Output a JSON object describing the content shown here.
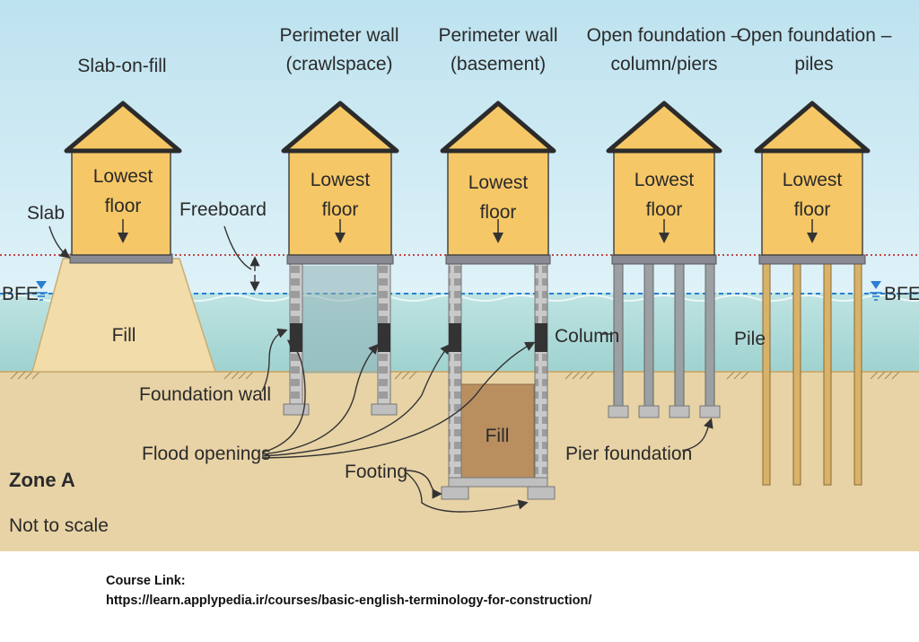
{
  "columns": [
    {
      "line1": "Slab-on-fill",
      "line2": ""
    },
    {
      "line1": "Perimeter wall",
      "line2": "(crawlspace)"
    },
    {
      "line1": "Perimeter wall",
      "line2": "(basement)"
    },
    {
      "line1": "Open foundation –",
      "line2": "column/piers"
    },
    {
      "line1": "Open foundation –",
      "line2": "piles"
    }
  ],
  "house_label": {
    "line1": "Lowest",
    "line2": "floor"
  },
  "labels": {
    "slab": "Slab",
    "freeboard": "Freeboard",
    "bfe": "BFE",
    "fill": "Fill",
    "foundation_wall": "Foundation wall",
    "flood_openings": "Flood openings",
    "footing": "Footing",
    "column": "Column",
    "pile": "Pile",
    "pier_foundation": "Pier foundation",
    "zone": "Zone A",
    "scale": "Not to scale"
  },
  "caption": {
    "line1": "Course Link:",
    "line2": "https://learn.applypedia.ir/courses/basic-english-terminology-for-construction/"
  },
  "colors": {
    "sky": "#cfe9f3",
    "water": "#a9d9d6",
    "ground": "#e8d3a6",
    "house": "#f6c766",
    "roof": "#2b2b2b",
    "fill": "#f1dcaa",
    "basement_fill": "#b98f60",
    "bfe_line": "#2a7fd0",
    "freeboard_line": "#c03030",
    "slab": "#8a8a95"
  }
}
